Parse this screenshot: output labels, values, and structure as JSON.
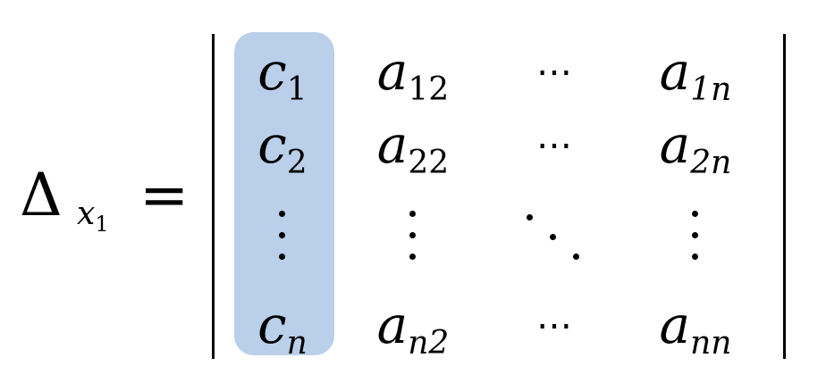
{
  "lhs": {
    "symbol": "Δ",
    "sub_var": "x",
    "sub_index": "1"
  },
  "equals": "=",
  "highlight_color": "#b9cfea",
  "matrix": {
    "rows": [
      [
        {
          "base": "c",
          "sub": "1"
        },
        {
          "base": "a",
          "sub": "12"
        },
        {
          "base": "⋯",
          "sub": ""
        },
        {
          "base": "a",
          "sub": "1n"
        }
      ],
      [
        {
          "base": "c",
          "sub": "2"
        },
        {
          "base": "a",
          "sub": "22"
        },
        {
          "base": "⋯",
          "sub": ""
        },
        {
          "base": "a",
          "sub": "2n"
        }
      ],
      [
        {
          "base": "c",
          "sub": "n"
        },
        {
          "base": "a",
          "sub": "n2"
        },
        {
          "base": "⋯",
          "sub": ""
        },
        {
          "base": "a",
          "sub": "nn"
        }
      ]
    ]
  }
}
